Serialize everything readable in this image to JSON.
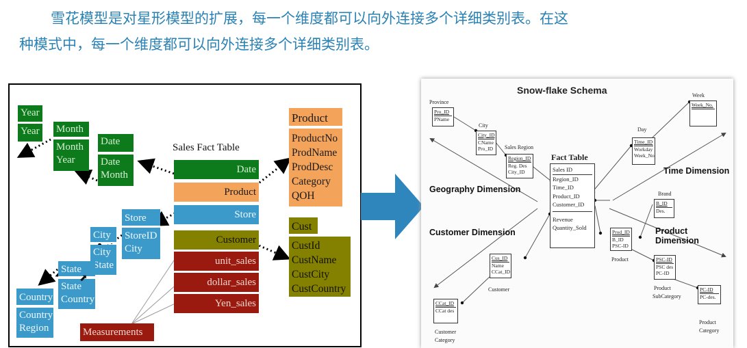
{
  "heading": {
    "line1": "雪花模型是对星形模型的扩展，每一个维度都可以向外连接多个详细类别表。在这",
    "line2": "种模式中，每一个维度都可以向外连接多个详细类别表。"
  },
  "left_diagram": {
    "fact_title": "Sales Fact Table",
    "fact_rows": [
      "Date",
      "Product",
      "Store",
      "Customer",
      "unit_sales",
      "dollar_sales",
      "Yen_sales"
    ],
    "measurements": "Measurements",
    "year": {
      "header": "Year",
      "items": [
        "Year"
      ]
    },
    "month": {
      "header": "Month",
      "items": [
        "Month",
        "Year"
      ]
    },
    "date": {
      "header": "Date",
      "items": [
        "Date",
        "Month"
      ]
    },
    "product": {
      "header": "Product",
      "items": [
        "ProductNo",
        "ProdName",
        "ProdDesc",
        "Category",
        "QOH"
      ]
    },
    "store": {
      "header": "Store",
      "items": [
        "StoreID",
        "City"
      ]
    },
    "city": {
      "header": "City",
      "items": [
        "City",
        "State"
      ]
    },
    "state": {
      "header": "State",
      "items": [
        "State",
        "Country"
      ]
    },
    "country": {
      "header": "Country",
      "items": [
        "Country",
        "Region"
      ]
    },
    "cust": {
      "header": "Cust",
      "items": [
        "CustId",
        "CustName",
        "CustCity",
        "CustCountry"
      ]
    }
  },
  "right_diagram": {
    "title": "Snow-flake Schema",
    "fact": {
      "header": "Fact Table",
      "key": "Sales ID",
      "fks": [
        "Region_ID",
        "Time_ID",
        "Product_ID",
        "Customer_ID"
      ],
      "measures": [
        "Revenue",
        "Quantity_Sold"
      ]
    },
    "dimensions": {
      "geography": "Geography Dimension",
      "customer": "Customer Dimension",
      "time": "Time Dimension",
      "product": "Product Dimension"
    },
    "province": {
      "label": "Province",
      "key": "Pro_ID",
      "fields": [
        "PName"
      ]
    },
    "city": {
      "label": "City",
      "key": "City_ID",
      "fields": [
        "CName",
        "Pro_ID"
      ]
    },
    "sales_region": {
      "label": "Sales Region",
      "key": "Region_ID",
      "fields": [
        "Reg. Des",
        "City_ID"
      ]
    },
    "week": {
      "label": "Week",
      "key": "Week_No."
    },
    "day": {
      "label": "Day",
      "key": "Time_ID",
      "fields": [
        "Workday",
        "Week_No"
      ]
    },
    "brand": {
      "label": "Brand",
      "key": "B_ID",
      "fields": [
        "Des."
      ]
    },
    "product": {
      "label": "Product",
      "key": "Prod_ID",
      "fields": [
        "B_ID",
        "PSC-ID"
      ]
    },
    "sub_category": {
      "label1": "Product",
      "label2": "SubCategory",
      "key": "PSC-ID",
      "fields": [
        "PSC des",
        "PC-ID"
      ]
    },
    "category": {
      "label1": "Product",
      "label2": "Category",
      "key": "PC-ID",
      "fields": [
        "PC-des."
      ]
    },
    "customer": {
      "label": "Customer",
      "key": "Cus_ID",
      "fields": [
        "Name",
        "CCat_ID"
      ]
    },
    "customer_category": {
      "label1": "Customer",
      "label2": "Category",
      "key": "CCat_ID",
      "fields": [
        "CCat des"
      ]
    }
  },
  "colors": {
    "heading": "#2a82b4",
    "arrow": "#2f86bd",
    "green": "#0d7a1c",
    "orange": "#f3a35a",
    "blue": "#3b9ac9",
    "olive": "#858100",
    "red": "#9a1a10"
  }
}
